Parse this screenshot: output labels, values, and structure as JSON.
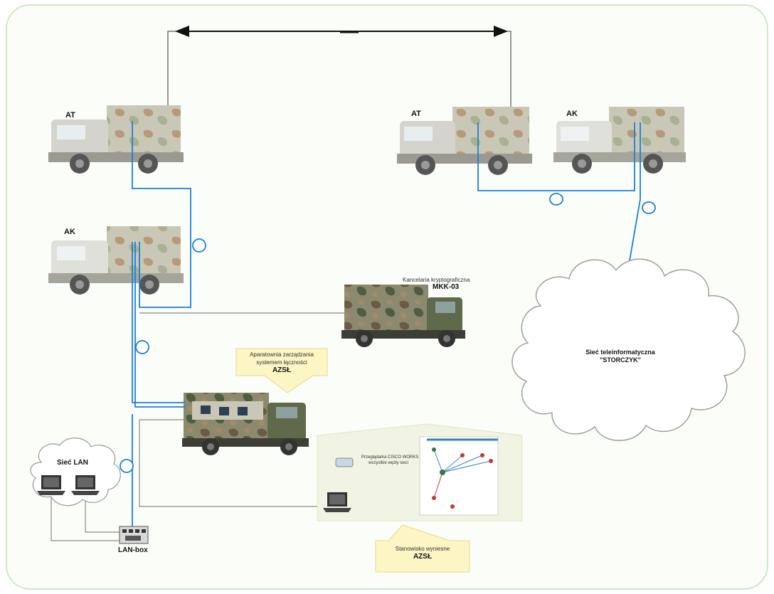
{
  "vehicles": {
    "at_left": "AT",
    "ak_left": "AK",
    "at_right": "AT",
    "ak_right": "AK"
  },
  "mkk": {
    "caption": "Kancelaria kryptograficzna",
    "code": "MKK-03"
  },
  "azsl_vehicle": {
    "line1": "Aparatownia zarządzania",
    "line2": "systemem łączności",
    "code": "AZSŁ"
  },
  "cloud_storczyk": {
    "line1": "Sieć teleinformatyczna",
    "line2": "\"STORCZYK\""
  },
  "lan": {
    "cloud_label": "Sieć LAN",
    "box_label": "LAN-box"
  },
  "workstation": {
    "screen_caption": "Przeglądarka CISCO WORKS",
    "screen_caption2": "wszystkie węzły sieci",
    "line1": "Stanowisko wyniesne",
    "code": "AZSŁ"
  },
  "colors": {
    "link_blue": "#1d7fd6",
    "link_grey": "#8a8a8a",
    "callout_fill": "#fbf6c4",
    "callout_border": "#e8d98a",
    "cloud_stroke": "#9a9a9a",
    "frame": "#cfe7c9"
  }
}
